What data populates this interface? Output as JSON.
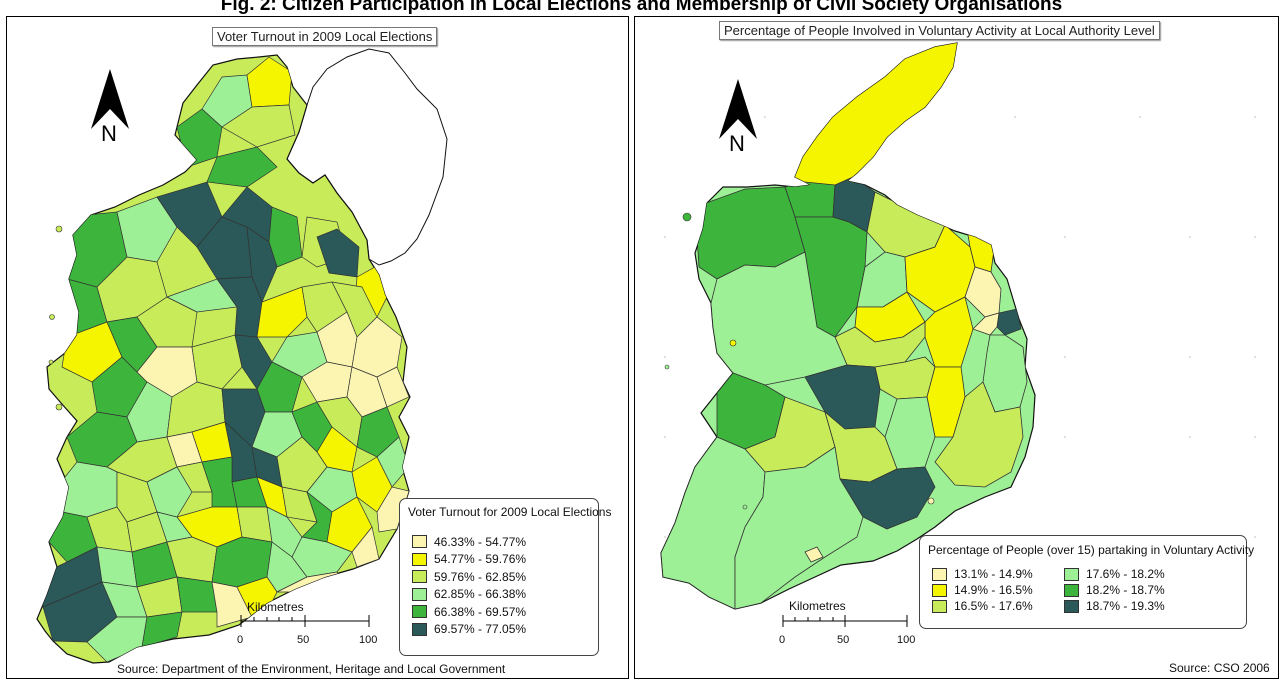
{
  "figure_title": "Fig. 2: Citizen Participation in Local Elections and Membership of Civil Society Organisations",
  "left_map": {
    "title": "Voter Turnout in 2009 Local Elections",
    "north_label": "N",
    "legend": {
      "heading": "Voter Turnout for 2009 Local Elections",
      "classes": [
        {
          "label": "46.33% - 54.77%",
          "color": "#fbf5b1"
        },
        {
          "label": "54.77% - 59.76%",
          "color": "#f6f500"
        },
        {
          "label": "59.76% - 62.85%",
          "color": "#c8ec59"
        },
        {
          "label": "62.85% - 66.38%",
          "color": "#9ef096"
        },
        {
          "label": "66.38% - 69.57%",
          "color": "#3db53d"
        },
        {
          "label": "69.57% - 77.05%",
          "color": "#2b5858"
        }
      ]
    },
    "scale": {
      "title": "Kilometres",
      "ticks": [
        "0",
        "50",
        "100"
      ]
    },
    "source": "Source: Department of the Environment, Heritage and Local Government"
  },
  "right_map": {
    "title": "Percentage of People Involved in Voluntary Activity at Local Authority Level",
    "north_label": "N",
    "legend": {
      "heading": "Percentage of People (over 15) partaking in Voluntary Activity",
      "classes": [
        {
          "label": "13.1% - 14.9%",
          "color": "#fbf5b1"
        },
        {
          "label": "17.6% - 18.2%",
          "color": "#9ef096"
        },
        {
          "label": "14.9% - 16.5%",
          "color": "#f6f500"
        },
        {
          "label": "18.2% - 18.7%",
          "color": "#3db53d"
        },
        {
          "label": "16.5% - 17.6%",
          "color": "#c8ec59"
        },
        {
          "label": "18.7% - 19.3%",
          "color": "#2b5858"
        }
      ]
    },
    "scale": {
      "title": "Kilometres",
      "ticks": [
        "0",
        "50",
        "100"
      ]
    },
    "source": "Source: CSO 2006"
  }
}
